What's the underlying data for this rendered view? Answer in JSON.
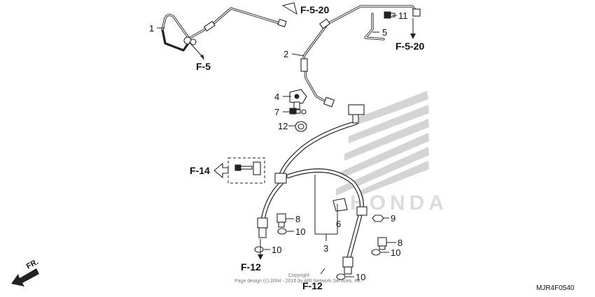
{
  "callouts": [
    {
      "id": "p1",
      "label": "1"
    },
    {
      "id": "p2",
      "label": "2"
    },
    {
      "id": "p3",
      "label": "3"
    },
    {
      "id": "p4",
      "label": "4"
    },
    {
      "id": "p5",
      "label": "5"
    },
    {
      "id": "p6",
      "label": "6"
    },
    {
      "id": "p7",
      "label": "7"
    },
    {
      "id": "p8a",
      "label": "8"
    },
    {
      "id": "p8b",
      "label": "8"
    },
    {
      "id": "p9",
      "label": "9"
    },
    {
      "id": "p10a",
      "label": "10"
    },
    {
      "id": "p10b",
      "label": "10"
    },
    {
      "id": "p10c",
      "label": "10"
    },
    {
      "id": "p10d",
      "label": "10"
    },
    {
      "id": "p11",
      "label": "11"
    },
    {
      "id": "p12",
      "label": "12"
    }
  ],
  "references": [
    {
      "id": "f5",
      "label": "F-5"
    },
    {
      "id": "f520a",
      "label": "F-5-20"
    },
    {
      "id": "f520b",
      "label": "F-5-20"
    },
    {
      "id": "f14",
      "label": "F-14"
    },
    {
      "id": "f12a",
      "label": "F-12"
    },
    {
      "id": "f12b",
      "label": "F-12"
    }
  ],
  "direction_label": "FR.",
  "diagram_code": "MJR4F0540",
  "copyright": {
    "line1": "Copyright",
    "line2": "Page design (c) 2004 - 2016 by ARI Network Services, Inc."
  },
  "watermark": "HONDA",
  "colors": {
    "ink": "#222222",
    "watermark": "#d4d4d4",
    "background": "#ffffff"
  }
}
